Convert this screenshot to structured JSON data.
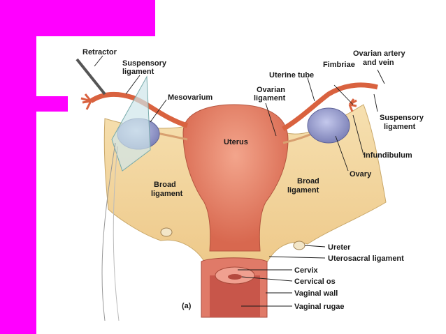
{
  "figure": {
    "panel_label": "(a)",
    "labels": {
      "retractor": "Retractor",
      "suspensory_left_1": "Suspensory",
      "suspensory_left_2": "ligament",
      "mesovarium": "Mesovarium",
      "uterine_tube": "Uterine tube",
      "ovarian_ligament_1": "Ovarian",
      "ovarian_ligament_2": "ligament",
      "fimbriae": "Fimbriae",
      "ovarian_artery_1": "Ovarian artery",
      "ovarian_artery_2": "and vein",
      "suspensory_right_1": "Suspensory",
      "suspensory_right_2": "ligament",
      "infundibulum": "Infundibulum",
      "ovary": "Ovary",
      "uterus": "Uterus",
      "broad_left_1": "Broad",
      "broad_left_2": "ligament",
      "broad_right_1": "Broad",
      "broad_right_2": "ligament",
      "ureter": "Ureter",
      "uterosacral": "Uterosacral ligament",
      "cervix": "Cervix",
      "cervical_os": "Cervical os",
      "vaginal_wall": "Vaginal wall",
      "vaginal_rugae": "Vaginal rugae"
    }
  },
  "colors": {
    "accent": "#ff00ff",
    "broad_ligament": "#f2d49a",
    "uterus": "#e8826a",
    "ovary": "#9aa0d0",
    "tube": "#d9623f"
  }
}
